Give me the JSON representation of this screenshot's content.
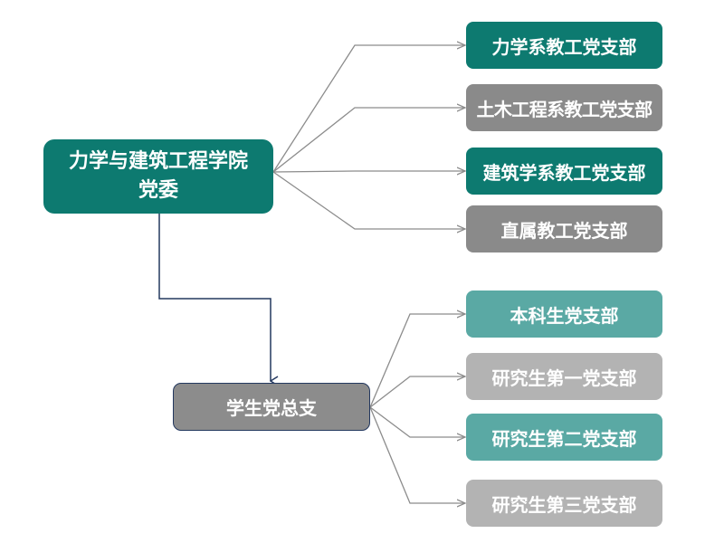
{
  "root": {
    "line1": "力学与建筑工程学院",
    "line2": "党委"
  },
  "faculty_branches": [
    {
      "label": "力学系教工党支部",
      "color": "#0d7a70"
    },
    {
      "label": "土木工程系教工党支部",
      "color": "#8a8a8a"
    },
    {
      "label": "建筑学系教工党支部",
      "color": "#0d7a70"
    },
    {
      "label": "直属教工党支部",
      "color": "#8a8a8a"
    }
  ],
  "student_general_branch": {
    "label": "学生党总支",
    "color": "#8c8c8c",
    "border_color": "#23385f"
  },
  "student_branches": [
    {
      "label": "本科生党支部",
      "color": "#5aa9a4"
    },
    {
      "label": "研究生第一党支部",
      "color": "#b3b3b3"
    },
    {
      "label": "研究生第二党支部",
      "color": "#5aa9a4"
    },
    {
      "label": "研究生第三党支部",
      "color": "#b3b3b3"
    }
  ],
  "colors": {
    "connector_gray": "#8c8c8c",
    "connector_navy": "#23385f"
  }
}
